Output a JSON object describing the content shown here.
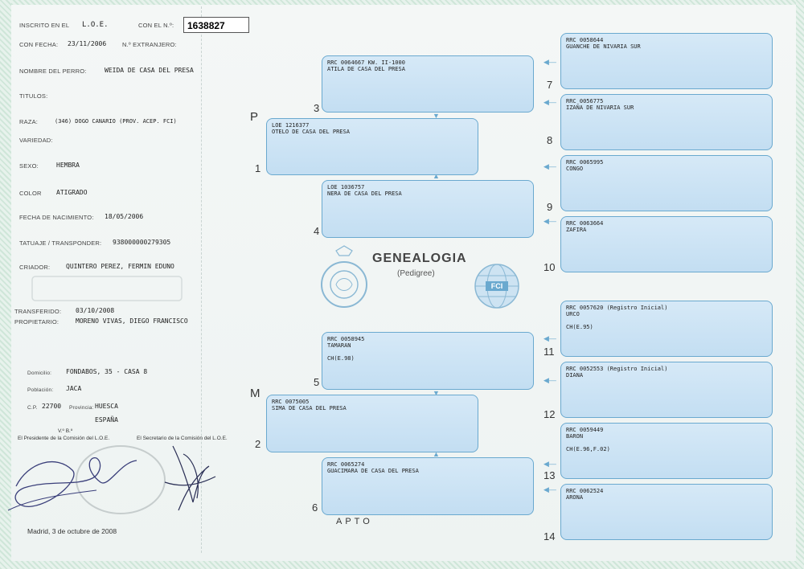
{
  "header": {
    "inscrito_label": "INSCRITO EN EL",
    "loe": "L.O.E.",
    "con_n_label": "CON EL N.º:",
    "reg_number": "1638827",
    "fecha_label": "CON FECHA:",
    "fecha_value": "23/11/2006",
    "extranjero_label": "N.º EXTRANJERO:"
  },
  "dog": {
    "nombre_label": "NOMBRE DEL PERRO:",
    "nombre_value": "WEIDA DE CASA DEL PRESA",
    "titulos_label": "TITULOS:",
    "raza_label": "RAZA:",
    "raza_value": "(346) DOGO CANARIO (PROV. ACEP. FCI)",
    "variedad_label": "VARIEDAD:",
    "sexo_label": "SEXO:",
    "sexo_value": "HEMBRA",
    "color_label": "COLOR",
    "color_value": "ATIGRADO",
    "nacimiento_label": "FECHA DE NACIMIENTO:",
    "nacimiento_value": "18/05/2006",
    "tatuaje_label": "TATUAJE / TRANSPONDER:",
    "tatuaje_value": "938000000279305",
    "criador_label": "CRIADOR:",
    "criador_value": "QUINTERO PEREZ, FERMIN EDUNO"
  },
  "owner": {
    "transferido_label": "TRANSFERIDO:",
    "transferido_value": "03/10/2008",
    "propietario_label": "PROPIETARIO:",
    "propietario_value": "MORENO VIVAS, DIEGO FRANCISCO",
    "domicilio_label": "Domicilio:",
    "domicilio_value": "FONDABOS, 35 - CASA 8",
    "poblacion_label": "Población:",
    "poblacion_value": "JACA",
    "cp_label": "C.P.",
    "cp_value": "22700",
    "provincia_label": "Provincia:",
    "provincia_value": "HUESCA",
    "pais_value": "ESPAÑA"
  },
  "signatures": {
    "vb": "V.º B.º",
    "presidente": "El Presidente de la Comisión del L.O.E.",
    "secretario": "El Secretario de la Comisión del L.O.E.",
    "madrid": "Madrid,   3 de octubre de 2008"
  },
  "pedigree": {
    "title": "GENEALOGIA",
    "subtitle": "(Pedigree)",
    "p_label": "P",
    "m_label": "M",
    "apto": "APTO",
    "ancestors": [
      {
        "n": "1",
        "reg": "LOE 1216377",
        "name": "OTELO DE CASA DEL PRESA",
        "titles": ""
      },
      {
        "n": "2",
        "reg": "RRC 0075005",
        "name": "SIMA DE CASA DEL PRESA",
        "titles": ""
      },
      {
        "n": "3",
        "reg": "RRC 0064667   KW. II-1000",
        "name": "ATILA DE CASA DEL PRESA",
        "titles": ""
      },
      {
        "n": "4",
        "reg": "LOE 1036757",
        "name": "NERA DE CASA DEL PRESA",
        "titles": ""
      },
      {
        "n": "5",
        "reg": "RRC 0058945",
        "name": "TAMARAN",
        "titles": "CH(E.98)"
      },
      {
        "n": "6",
        "reg": "RRC 0065274",
        "name": "GUACIMARA DE CASA DEL PRESA",
        "titles": ""
      },
      {
        "n": "7",
        "reg": "RRC 0058644",
        "name": "GUANCHE DE NIVARIA SUR",
        "titles": ""
      },
      {
        "n": "8",
        "reg": "RRC 0056775",
        "name": "IZAÑA DE NIVARIA SUR",
        "titles": ""
      },
      {
        "n": "9",
        "reg": "RRC 0065995",
        "name": "CONGO",
        "titles": ""
      },
      {
        "n": "10",
        "reg": "RRC 0063664",
        "name": "ZAFIRA",
        "titles": ""
      },
      {
        "n": "11",
        "reg": "RRC 0057620 (Registro Inicial)",
        "name": "URCO",
        "titles": "CH(E.95)"
      },
      {
        "n": "12",
        "reg": "RRC 0052553 (Registro Inicial)",
        "name": "DIANA",
        "titles": ""
      },
      {
        "n": "13",
        "reg": "RRC 0059449",
        "name": "BARON",
        "titles": "CH(E.96,F.02)"
      },
      {
        "n": "14",
        "reg": "RRC 0062524",
        "name": "ARONA",
        "titles": ""
      }
    ]
  },
  "colors": {
    "box_fill": "#cfe4f4",
    "box_border": "#6aa9cf"
  },
  "icons": {
    "rsce_seal": "rsce-emblem-icon",
    "fci_seal": "fci-globe-icon",
    "stamp": "loe-stamp-icon"
  }
}
